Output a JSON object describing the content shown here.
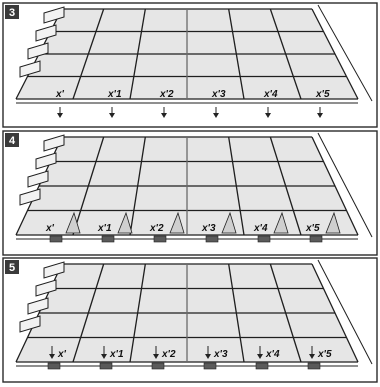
{
  "panels": [
    {
      "step": "3",
      "markers": [
        "x'",
        "x'1",
        "x'2",
        "x'3",
        "x'4",
        "x'5"
      ],
      "style": "arrows-below"
    },
    {
      "step": "4",
      "markers": [
        "x'",
        "x'1",
        "x'2",
        "x'3",
        "x'4",
        "x'5"
      ],
      "style": "brackets"
    },
    {
      "step": "5",
      "markers": [
        "x'",
        "x'1",
        "x'2",
        "x'3",
        "x'4",
        "x'5"
      ],
      "style": "arrows-down"
    }
  ]
}
